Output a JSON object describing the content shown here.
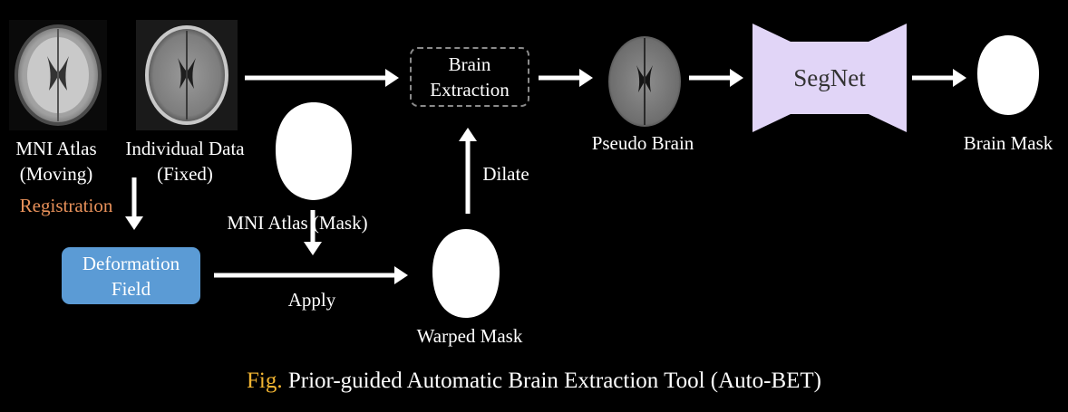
{
  "labels": {
    "mni_atlas": "MNI Atlas",
    "moving": "(Moving)",
    "individual_data": "Individual Data",
    "fixed": "(Fixed)",
    "registration": "Registration",
    "deformation_line1": "Deformation",
    "deformation_line2": "Field",
    "mni_atlas_mask": "MNI Atlas (Mask)",
    "apply": "Apply",
    "warped_mask": "Warped Mask",
    "dilate": "Dilate",
    "brain_extraction_line1": "Brain",
    "brain_extraction_line2": "Extraction",
    "pseudo_brain": "Pseudo Brain",
    "segnet": "SegNet",
    "brain_mask": "Brain Mask"
  },
  "caption": {
    "prefix": "Fig.",
    "text": "Prior-guided Automatic Brain Extraction Tool (Auto-BET)"
  },
  "colors": {
    "registration": "#e8915a",
    "caption_prefix": "#f2b532",
    "deformation_box": "#5b9bd5",
    "segnet": "#e1d5f7",
    "dashed_border": "#8a8a8a"
  }
}
